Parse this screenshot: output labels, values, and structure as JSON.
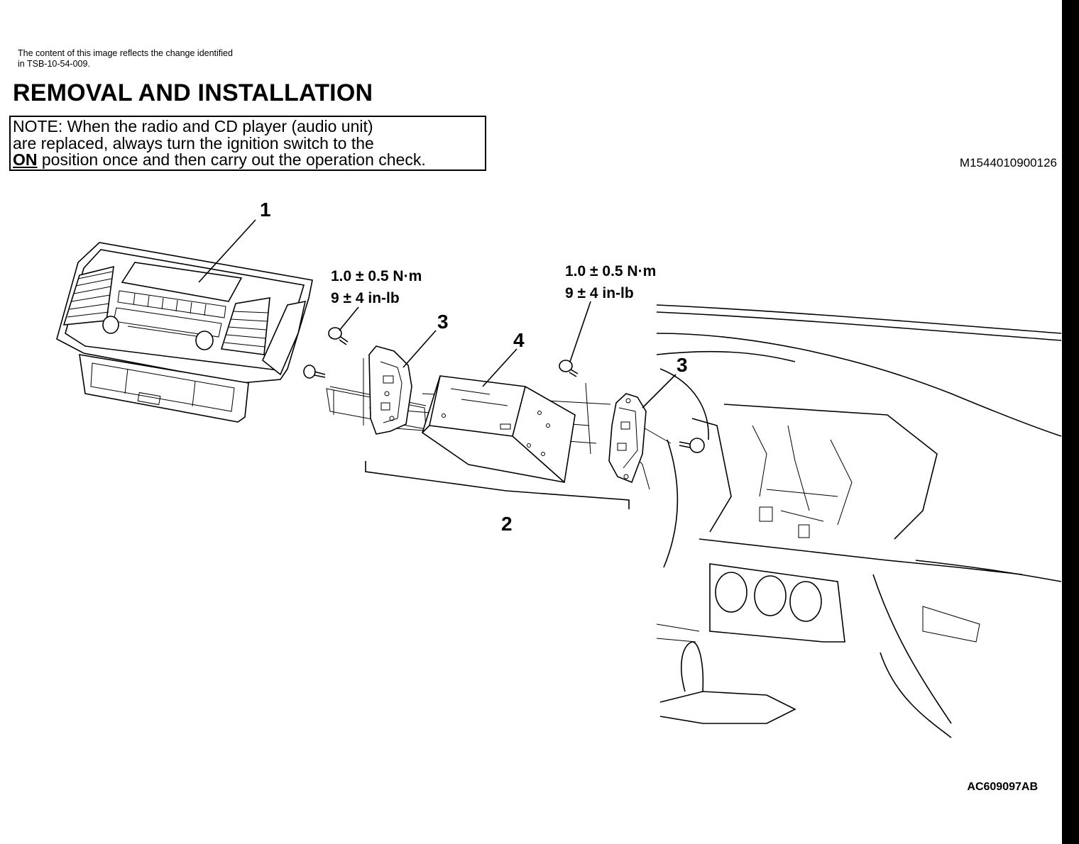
{
  "header": {
    "tsb_note_line1": "The content of this image reflects the change identified",
    "tsb_note_line2": "in TSB-10-54-009.",
    "title": "REMOVAL AND INSTALLATION",
    "doc_code": "M1544010900126"
  },
  "note": {
    "line1": "NOTE: When the radio and CD player (audio unit)",
    "line2": "are replaced, always turn the ignition switch to the",
    "line3_bold": "ON",
    "line3_rest": " position once and then carry out the operation check."
  },
  "diagram": {
    "callouts": {
      "c1": "1",
      "c2": "2",
      "c3a": "3",
      "c3b": "3",
      "c4": "4"
    },
    "torque_left": {
      "line1": "1.0 ± 0.5 N·m",
      "line2": "9 ± 4 in-lb"
    },
    "torque_right": {
      "line1": "1.0 ± 0.5 N·m",
      "line2": "9 ± 4 in-lb"
    },
    "figure_code": "AC609097AB"
  }
}
